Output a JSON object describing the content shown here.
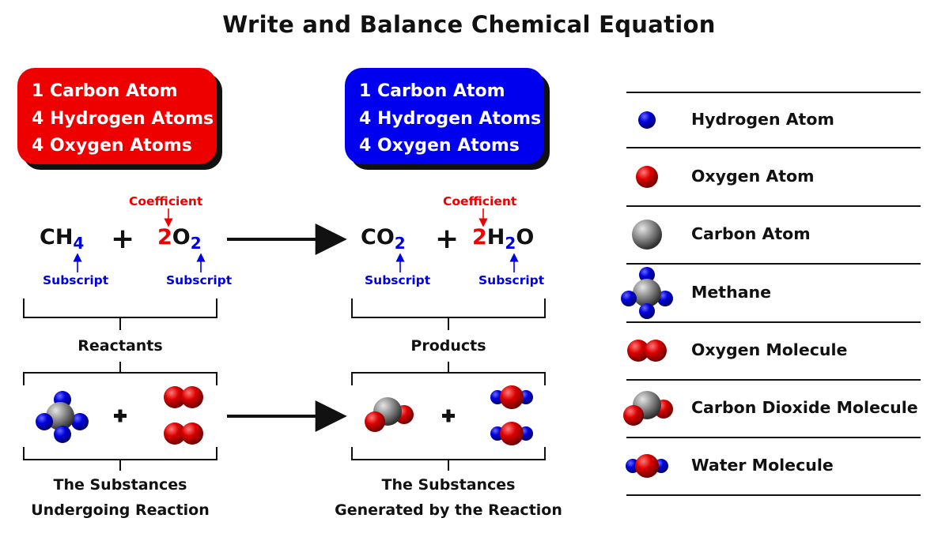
{
  "title": "Write and Balance Chemical Equation",
  "reactant_box": {
    "color": "#ee0000",
    "lines": [
      "1 Carbon Atom",
      "4 Hydrogen Atoms",
      "4 Oxygen Atoms"
    ]
  },
  "product_box": {
    "color": "#0000ee",
    "lines": [
      "1 Carbon Atom",
      "4 Hydrogen Atoms",
      "4 Oxygen Atoms"
    ]
  },
  "equation": {
    "methane": {
      "symbol": "CH",
      "subscript": "4"
    },
    "oxygen": {
      "coefficient": "2",
      "symbol": "O",
      "subscript": "2"
    },
    "carbon_dioxide": {
      "symbol": "CO",
      "subscript": "2"
    },
    "water": {
      "coefficient": "2",
      "symbol_a": "H",
      "subscript": "2",
      "symbol_b": "O"
    },
    "plus": "+",
    "coefficient_label": "Coefficient",
    "subscript_label": "Subscript"
  },
  "groups": {
    "reactants": "Reactants",
    "products": "Products"
  },
  "captions": {
    "reactants": [
      "The Substances",
      "Undergoing Reaction"
    ],
    "products": [
      "The Substances",
      "Generated by the Reaction"
    ]
  },
  "legend": [
    {
      "label": "Hydrogen Atom",
      "icon": "hydrogen-atom-icon"
    },
    {
      "label": "Oxygen Atom",
      "icon": "oxygen-atom-icon"
    },
    {
      "label": "Carbon Atom",
      "icon": "carbon-atom-icon"
    },
    {
      "label": "Methane",
      "icon": "methane-icon"
    },
    {
      "label": "Oxygen Molecule",
      "icon": "oxygen-molecule-icon"
    },
    {
      "label": "Carbon Dioxide Molecule",
      "icon": "carbon-dioxide-icon"
    },
    {
      "label": "Water Molecule",
      "icon": "water-molecule-icon"
    }
  ],
  "colors": {
    "hydrogen": "#0000dd",
    "oxygen": "#dd0000",
    "carbon": "#808080",
    "subscript": "#0000e0",
    "coefficient": "#ee0000"
  }
}
